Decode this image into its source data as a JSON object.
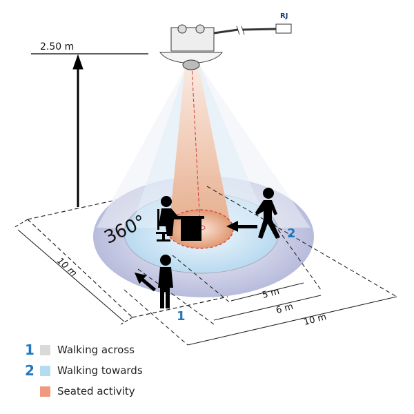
{
  "height_label": "2.50 m",
  "connector_label": "RJ",
  "angle_label": "360°",
  "dimensions": {
    "side": "10 m",
    "d5": "5 m",
    "d6": "6 m",
    "d10": "10 m"
  },
  "person_markers": {
    "p1": "1",
    "p2": "2"
  },
  "legend": [
    {
      "num": "1",
      "label": "Walking across",
      "color": "#d9d9d9"
    },
    {
      "num": "2",
      "label": "Walking towards",
      "color": "#b3dcf0"
    },
    {
      "num": "",
      "label": "Seated activity",
      "color": "#ef9a80"
    }
  ]
}
